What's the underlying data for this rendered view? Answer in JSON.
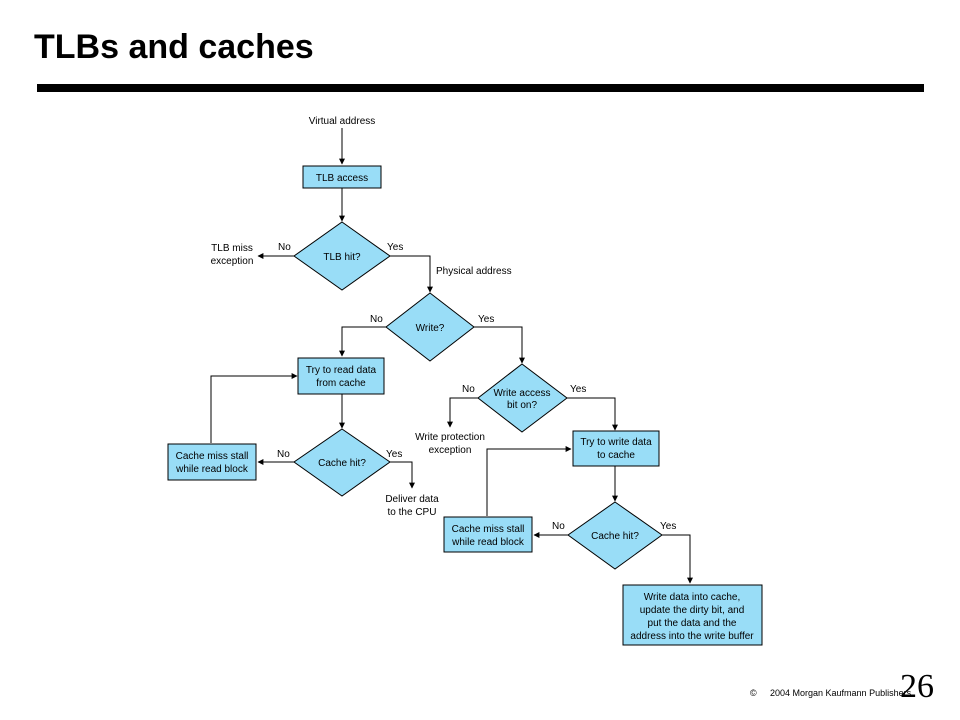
{
  "title": "TLBs and caches",
  "colors": {
    "box_fill": "#99DDF7",
    "stroke": "#000000"
  },
  "labels": {
    "virtual_address": "Virtual address",
    "tlb_access": "TLB access",
    "tlb_hit": "TLB hit?",
    "tlb_miss_1": "TLB miss",
    "tlb_miss_2": "exception",
    "physical_address": "Physical address",
    "write": "Write?",
    "try_read_1": "Try to read data",
    "try_read_2": "from cache",
    "cache_hit": "Cache hit?",
    "stall_1": "Cache miss stall",
    "stall_2": "while read block",
    "deliver_1": "Deliver data",
    "deliver_2": "to the CPU",
    "write_access_1": "Write access",
    "write_access_2": "bit on?",
    "write_prot_1": "Write protection",
    "write_prot_2": "exception",
    "try_write_1": "Try to write data",
    "try_write_2": "to cache",
    "write_data_1": "Write data into cache,",
    "write_data_2": "update the dirty bit, and",
    "write_data_3": "put the data and the",
    "write_data_4": "address into the write buffer",
    "no": "No",
    "yes": "Yes"
  },
  "footer": {
    "copyright_symbol": "©",
    "year_publisher": "2004  Morgan Kaufmann Publishers",
    "page_number": "26"
  }
}
